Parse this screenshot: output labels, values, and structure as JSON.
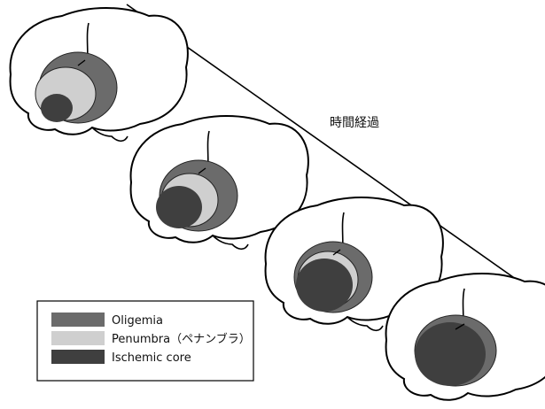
{
  "time_label": "時間経過",
  "legend": [
    {
      "key": "oligemia",
      "label": "Oligemia",
      "color": "#6b6b6b"
    },
    {
      "key": "penumbra",
      "label": "Penumbra（ペナンブラ）",
      "color": "#cfcfcf"
    },
    {
      "key": "core",
      "label": "Ischemic core",
      "color": "#3f3f3f"
    }
  ],
  "stages": [
    {
      "stage": 1,
      "regions": [
        "oligemia",
        "penumbra",
        "core"
      ]
    },
    {
      "stage": 2,
      "regions": [
        "oligemia",
        "penumbra",
        "core"
      ]
    },
    {
      "stage": 3,
      "regions": [
        "oligemia",
        "penumbra",
        "core"
      ]
    },
    {
      "stage": 4,
      "regions": [
        "oligemia",
        "core"
      ]
    }
  ]
}
